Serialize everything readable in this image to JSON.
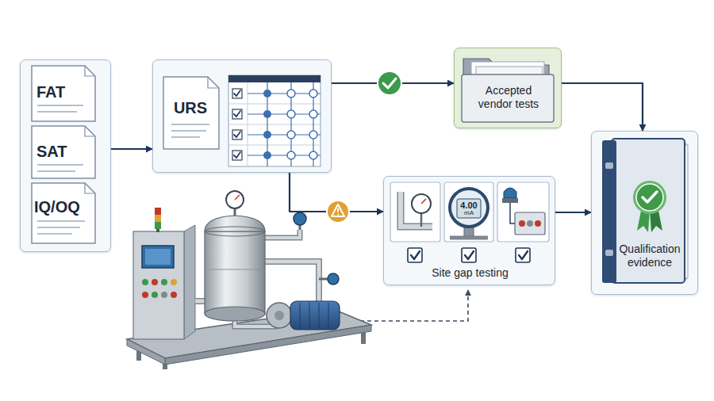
{
  "diagram": {
    "nodes": [
      {
        "text": [
          "FAT",
          "SAT",
          "IQ/OQ"
        ]
      },
      {
        "text": [
          "URS"
        ]
      },
      {
        "text": [
          "Accepted vendor tests"
        ]
      },
      {
        "text": [
          "Site gap testing"
        ]
      },
      {
        "text": [
          "Qualification evidence"
        ]
      }
    ],
    "edges": [
      {
        "from": 0,
        "to": 1,
        "arrow": "to"
      },
      {
        "from": 1,
        "to": 2,
        "arrow": "to"
      },
      {
        "from": 1,
        "to": 3,
        "arrow": "to"
      },
      {
        "from": 2,
        "to": 4,
        "arrow": "to"
      },
      {
        "from": 3,
        "to": 4,
        "arrow": "to"
      }
    ],
    "labels": [
      "4.00",
      "mA"
    ]
  }
}
